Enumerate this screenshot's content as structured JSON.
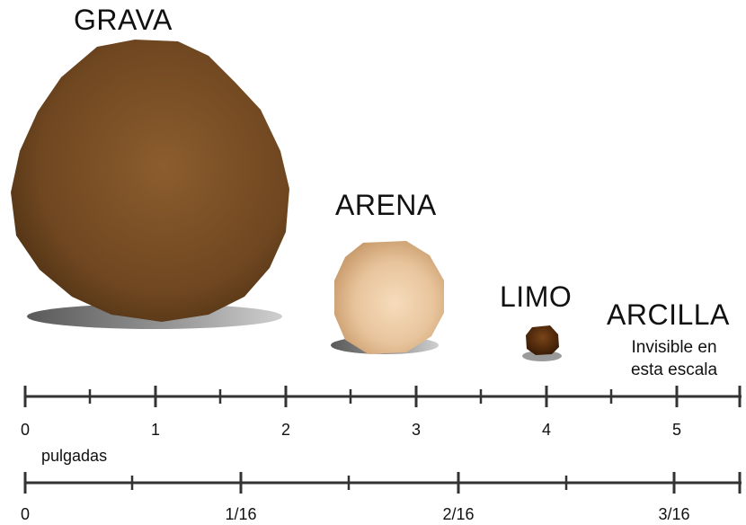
{
  "particles": {
    "gravel": {
      "name": "GRAVA",
      "color": "#7a4e24"
    },
    "sand": {
      "name": "ARENA",
      "color": "#e8c49c"
    },
    "silt": {
      "name": "LIMO",
      "color": "#5a2f0c"
    },
    "clay": {
      "name": "ARCILLA",
      "note_line1": "Invisible en",
      "note_line2": "esta escala"
    }
  },
  "scale_inches": {
    "labels": [
      "0",
      "1",
      "2",
      "3",
      "4",
      "5"
    ]
  },
  "scale_sixteenths": {
    "unit": "pulgadas",
    "labels": [
      "0",
      "1/16",
      "2/16",
      "3/16"
    ]
  }
}
